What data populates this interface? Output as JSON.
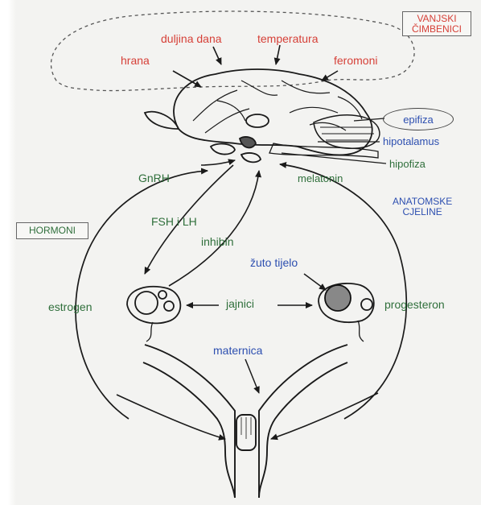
{
  "labels": {
    "vanjski": [
      "VANJSKI",
      "ČIMBENICI"
    ],
    "duljina_dana": "duljina dana",
    "temperatura": "temperatura",
    "hrana": "hrana",
    "feromoni": "feromoni",
    "epifiza": "epifiza",
    "hipotalamus": "hipotalamus",
    "hipofiza": "hipofiza",
    "melatonin": "melatonin",
    "gnrh": "GnRH",
    "anatomske": [
      "ANATOMSKE",
      "CJELINE"
    ],
    "hormoni": "HORMONI",
    "fsh_lh": "FSH i LH",
    "inhibin": "inhibin",
    "zuto_tijelo": "žuto tijelo",
    "estrogen": "estrogen",
    "jajnici": "jajnici",
    "progesteron": "progesteron",
    "maternica": "maternica"
  },
  "colors": {
    "external_factors": "#d64038",
    "anatomy": "#2d4fb0",
    "hormones": "#2f6f3b",
    "line": "#1a1a1a"
  }
}
